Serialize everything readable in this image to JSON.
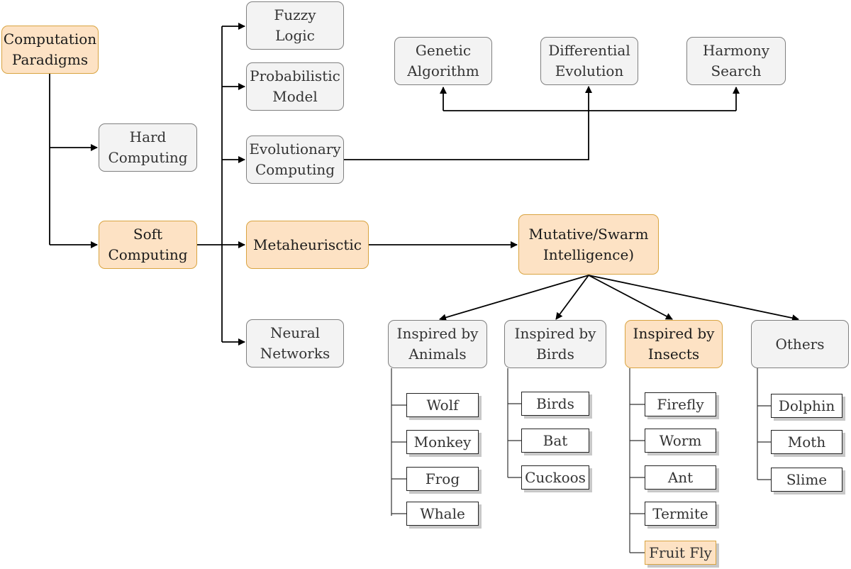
{
  "nodes": {
    "computation_paradigms": "Computation\nParadigms",
    "hard_computing": "Hard\nComputing",
    "soft_computing": "Soft\nComputing",
    "fuzzy_logic": "Fuzzy\nLogic",
    "probabilistic_model": "Probabilistic\nModel",
    "evolutionary_computing": "Evolutionary\nComputing",
    "metaheuristic": "Metaheurisctic",
    "neural_networks": "Neural\nNetworks",
    "genetic_algorithm": "Genetic\nAlgorithm",
    "differential_evolution": "Differential\nEvolution",
    "harmony_search": "Harmony\nSearch",
    "swarm_intelligence": "Mutative/Swarm\nIntelligence)",
    "inspired_animals": "Inspired by\nAnimals",
    "inspired_birds": "Inspired by\nBirds",
    "inspired_insects": "Inspired by\nInsects",
    "others": "Others"
  },
  "leaves": {
    "animals": [
      "Wolf",
      "Monkey",
      "Frog",
      "Whale"
    ],
    "birds": [
      "Birds",
      "Bat",
      "Cuckoos"
    ],
    "insects": [
      "Firefly",
      "Worm",
      "Ant",
      "Termite",
      "Fruit Fly"
    ],
    "others": [
      "Dolphin",
      "Moth",
      "Slime"
    ]
  },
  "colors": {
    "highlight_fill": "#fde2c4",
    "highlight_border": "#d9a441",
    "node_fill": "#f3f3f3",
    "node_border": "#7f7f7f"
  }
}
